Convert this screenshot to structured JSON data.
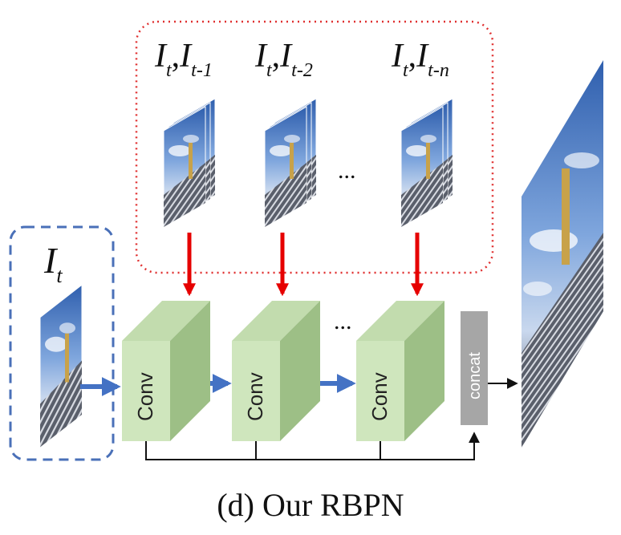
{
  "caption": "(d) Our RBPN",
  "target_label": {
    "base": "I",
    "sub": "t"
  },
  "neighbor_groups": [
    {
      "base1": "I",
      "sub1": "t",
      "base2": "I",
      "sub2": "t-1"
    },
    {
      "base1": "I",
      "sub1": "t",
      "base2": "I",
      "sub2": "t-2"
    },
    {
      "base1": "I",
      "sub1": "t",
      "base2": "I",
      "sub2": "t-n"
    }
  ],
  "conv_label": "Conv",
  "concat_label": "concat",
  "ellipsis": "...",
  "colors": {
    "neighbor_box": "#e03030",
    "target_box": "#4a70b8",
    "conv_front": "#cfe6bd",
    "conv_top": "#c2dcae",
    "conv_side": "#9dbf86",
    "arrow_blue": "#4472c4",
    "arrow_red": "#e60000",
    "concat_box": "#a6a6a6",
    "sky": "#5b87c9"
  }
}
